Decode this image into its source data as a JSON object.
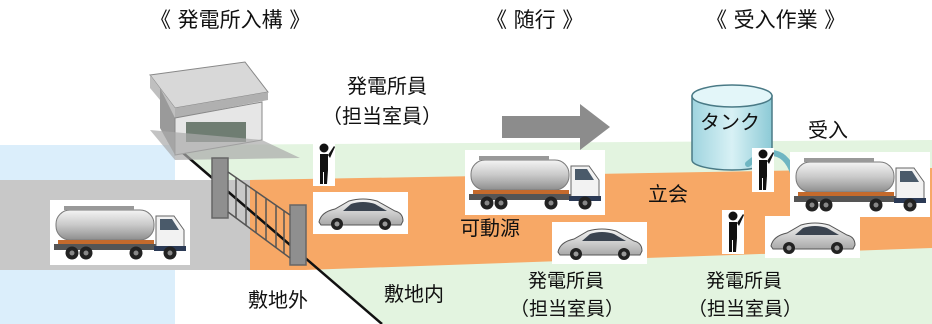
{
  "headers": {
    "entry": "《 発電所入構 》",
    "escort": "《 随行 》",
    "receive": "《 受入作業 》"
  },
  "labels": {
    "staff_top_line1": "発電所員",
    "staff_top_line2": "（担当室員）",
    "tank": "タンク",
    "receive": "受入",
    "witness": "立会",
    "movable_source": "可動源",
    "outside_premises": "敷地外",
    "inside_premises": "敷地内",
    "staff_bottom1_line1": "発電所員",
    "staff_bottom1_line2": "（担当室員）",
    "staff_bottom2_line1": "発電所員",
    "staff_bottom2_line2": "（担当室員）"
  },
  "colors": {
    "outside_area": "#dbeefb",
    "inside_area": "#e3f4e0",
    "road_outside": "#c8c8c8",
    "road_inside": "#f7a866",
    "arrow": "#8c8c8c",
    "tank": "#bfe6ee"
  },
  "icons": [
    "guardhouse-icon",
    "gate-icon",
    "tanker-truck-icon",
    "car-icon",
    "person-icon",
    "tank-icon",
    "hose-icon",
    "arrow-right-icon"
  ]
}
